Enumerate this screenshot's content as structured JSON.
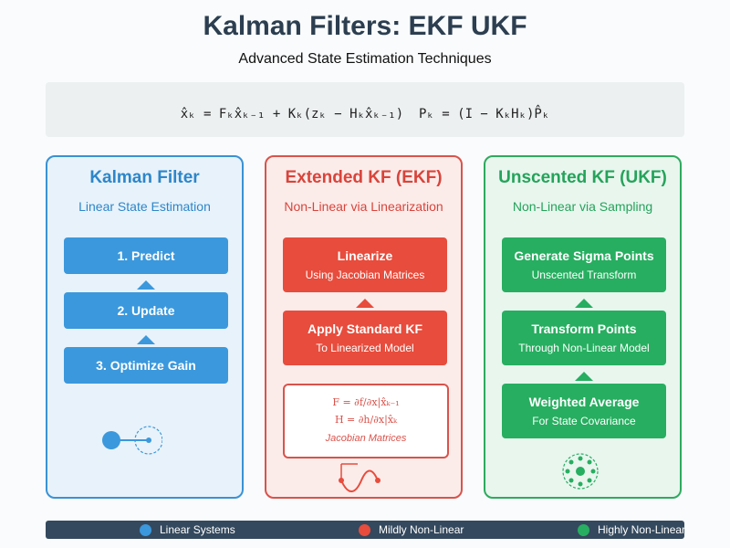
{
  "header": {
    "title": "Kalman Filters: EKF UKF",
    "subtitle": "Advanced State Estimation Techniques"
  },
  "formula": "x̂ₖ = Fₖx̂ₖ₋₁ + Kₖ(zₖ − Hₖx̂ₖ₋₁)  Pₖ = (I − KₖHₖ)P̂ₖ",
  "panels": {
    "kf": {
      "title": "Kalman Filter",
      "subtitle": "Linear State Estimation",
      "steps": [
        "1. Predict",
        "2. Update",
        "3. Optimize Gain"
      ]
    },
    "ekf": {
      "title": "Extended KF (EKF)",
      "subtitle": "Non-Linear via Linearization",
      "steps": [
        {
          "title": "Linearize",
          "desc": "Using Jacobian Matrices"
        },
        {
          "title": "Apply Standard KF",
          "desc": "To Linearized Model"
        }
      ],
      "jacobian": {
        "line1": "F = ∂f/∂x|x̂ₖ₋₁",
        "line2": "H = ∂h/∂x|x̂ₖ",
        "label": "Jacobian Matrices"
      }
    },
    "ukf": {
      "title": "Unscented KF (UKF)",
      "subtitle": "Non-Linear via Sampling",
      "steps": [
        {
          "title": "Generate Sigma Points",
          "desc": "Unscented Transform"
        },
        {
          "title": "Transform Points",
          "desc": "Through Non-Linear Model"
        },
        {
          "title": "Weighted Average",
          "desc": "For State Covariance"
        }
      ]
    }
  },
  "legend": [
    {
      "label": "Linear Systems",
      "color": "#3b98dc"
    },
    {
      "label": "Mildly Non-Linear",
      "color": "#e74c3c"
    },
    {
      "label": "Highly Non-Linear",
      "color": "#27ae60"
    }
  ],
  "colors": {
    "blue": "#3b98dc",
    "red": "#e74c3c",
    "green": "#27ae60",
    "dark": "#2c3e50"
  }
}
